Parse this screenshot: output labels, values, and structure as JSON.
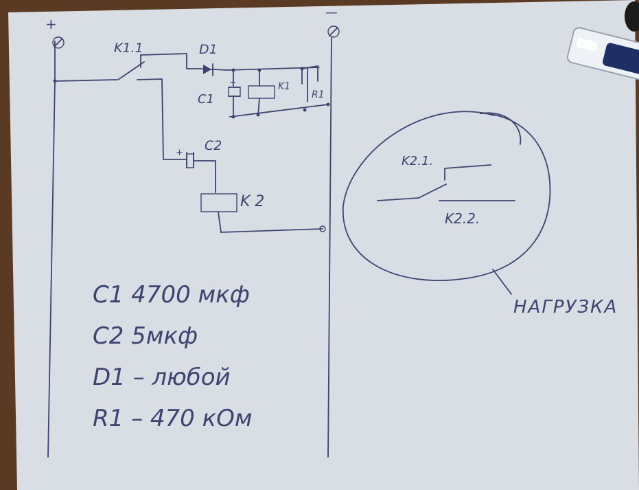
{
  "colors": {
    "paper": "#d9dee4",
    "ink": "#3d4470",
    "background": "#5a3a22"
  },
  "terminals": {
    "plus": "+",
    "minus": "—"
  },
  "labels": {
    "k1_1": "K1.1",
    "d1": "D1",
    "c1": "C1",
    "c1_plus": "+",
    "k1": "K1",
    "r1": "R1",
    "c2": "C2",
    "c2_plus": "+",
    "k2": "K 2",
    "k2_1": "K2.1.",
    "k2_2": "K2.2.",
    "load": "НАГРУЗКА"
  },
  "specs": [
    "C1 4700 мкф",
    "C2 5мкф",
    "D1 – любой",
    "R1 – 470 кОм"
  ],
  "icons": {
    "pen": "pen-icon"
  }
}
